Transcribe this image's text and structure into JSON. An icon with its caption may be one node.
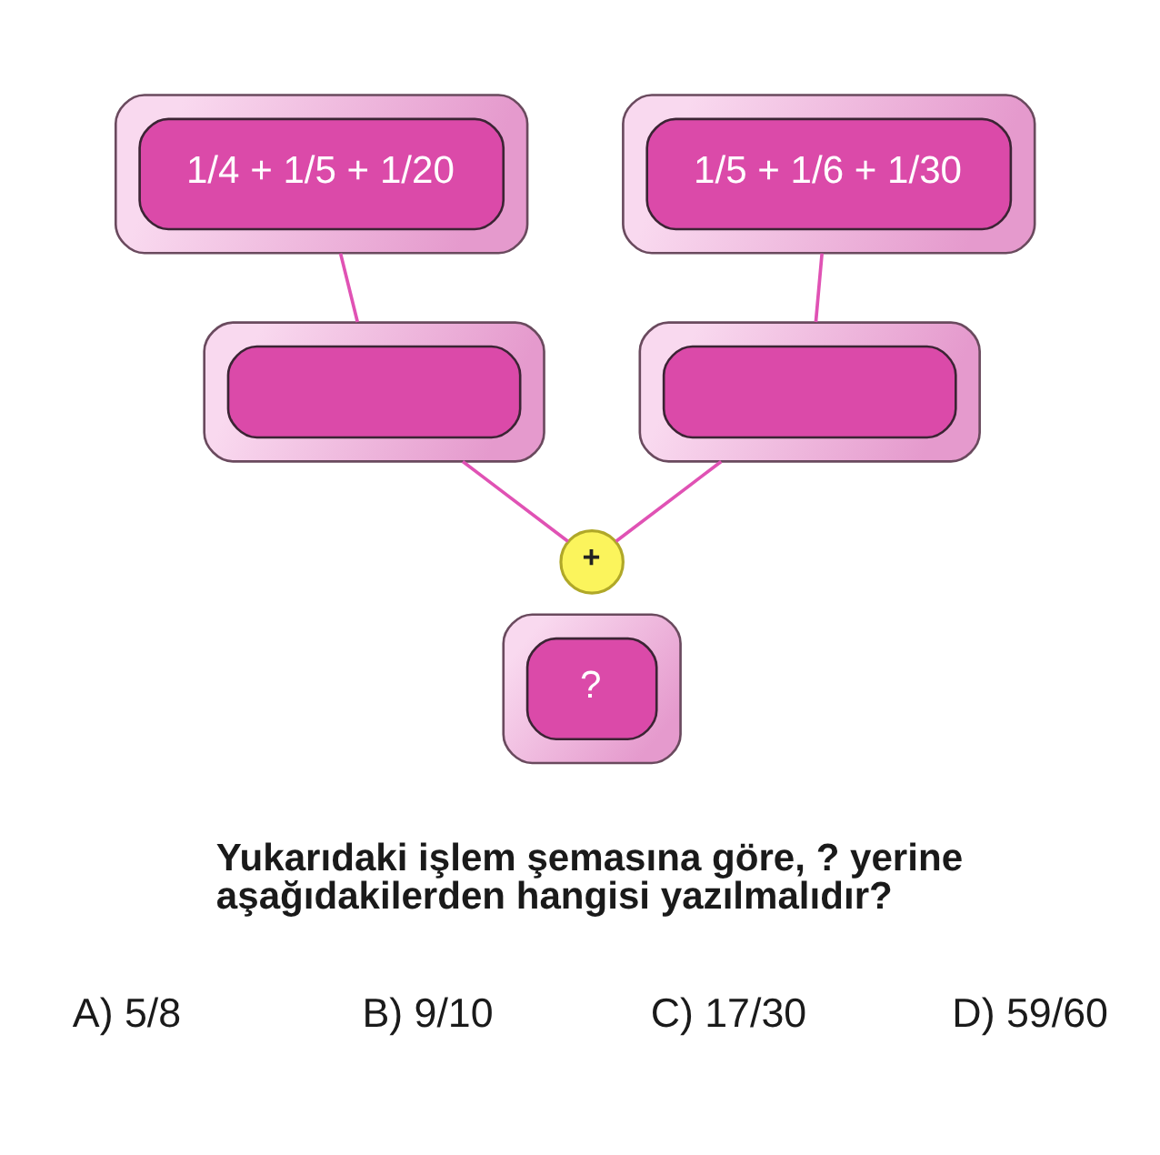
{
  "diagram": {
    "nodes": [
      {
        "text": [
          "1/4 + 1/5 + 1/20"
        ]
      },
      {
        "text": [
          "1/5 + 1/6 + 1/30"
        ]
      },
      {
        "text": [],
        "shape": "box"
      },
      {
        "text": [],
        "shape": "box"
      },
      {
        "text": [
          "+"
        ]
      },
      {
        "text": [
          "?"
        ]
      }
    ],
    "edges": [
      {
        "from": 0,
        "to": 2,
        "arrow": "none"
      },
      {
        "from": 1,
        "to": 3,
        "arrow": "none"
      },
      {
        "from": 2,
        "to": 4,
        "arrow": "none"
      },
      {
        "from": 3,
        "to": 4,
        "arrow": "none"
      }
    ],
    "labels": [
      "Yukarıdaki işlem şemasına göre, ? yerine aşağıdakilerden hangisi yazılmalıdır?",
      "A) 5/8",
      "B) 9/10",
      "C) 17/30",
      "D) 59/60"
    ]
  }
}
